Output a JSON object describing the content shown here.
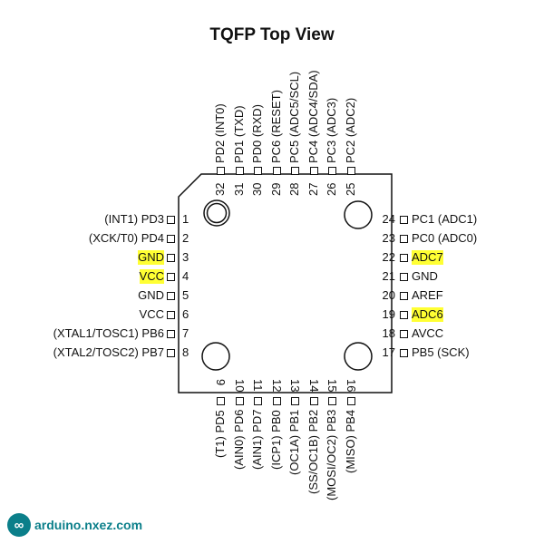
{
  "title": "TQFP Top View",
  "highlight_color": "#ffff33",
  "left_pins": [
    {
      "num": "1",
      "label": "(INT1) PD3"
    },
    {
      "num": "2",
      "label": "(XCK/T0) PD4"
    },
    {
      "num": "3",
      "label": "GND",
      "highlight": true
    },
    {
      "num": "4",
      "label": "VCC",
      "highlight": true
    },
    {
      "num": "5",
      "label": "GND"
    },
    {
      "num": "6",
      "label": "VCC"
    },
    {
      "num": "7",
      "label": "(XTAL1/TOSC1) PB6"
    },
    {
      "num": "8",
      "label": "(XTAL2/TOSC2) PB7"
    }
  ],
  "right_pins": [
    {
      "num": "24",
      "label": "PC1 (ADC1)"
    },
    {
      "num": "23",
      "label": "PC0 (ADC0)"
    },
    {
      "num": "22",
      "label": "ADC7",
      "highlight": true
    },
    {
      "num": "21",
      "label": "GND"
    },
    {
      "num": "20",
      "label": "AREF"
    },
    {
      "num": "19",
      "label": "ADC6",
      "highlight": true
    },
    {
      "num": "18",
      "label": "AVCC"
    },
    {
      "num": "17",
      "label": "PB5 (SCK)"
    }
  ],
  "top_pins": [
    {
      "num": "32",
      "label": "PD2 (INT0)"
    },
    {
      "num": "31",
      "label": "PD1 (TXD)"
    },
    {
      "num": "30",
      "label": "PD0 (RXD)"
    },
    {
      "num": "29",
      "label": "PC6 (RESET)"
    },
    {
      "num": "28",
      "label": "PC5 (ADC5/SCL)"
    },
    {
      "num": "27",
      "label": "PC4 (ADC4/SDA)"
    },
    {
      "num": "26",
      "label": "PC3 (ADC3)"
    },
    {
      "num": "25",
      "label": "PC2 (ADC2)"
    }
  ],
  "bottom_pins": [
    {
      "num": "9",
      "label": "(T1) PD5"
    },
    {
      "num": "10",
      "label": "(AIN0) PD6"
    },
    {
      "num": "11",
      "label": "(AIN1) PD7"
    },
    {
      "num": "12",
      "label": "(ICP1) PB0"
    },
    {
      "num": "13",
      "label": "(OC1A) PB1"
    },
    {
      "num": "14",
      "label": "(SS/OC1B) PB2"
    },
    {
      "num": "15",
      "label": "(MOSI/OC2) PB3"
    },
    {
      "num": "16",
      "label": "(MISO) PB4"
    }
  ],
  "logo": {
    "badge": "∞",
    "text": "arduino.nxez.com"
  }
}
